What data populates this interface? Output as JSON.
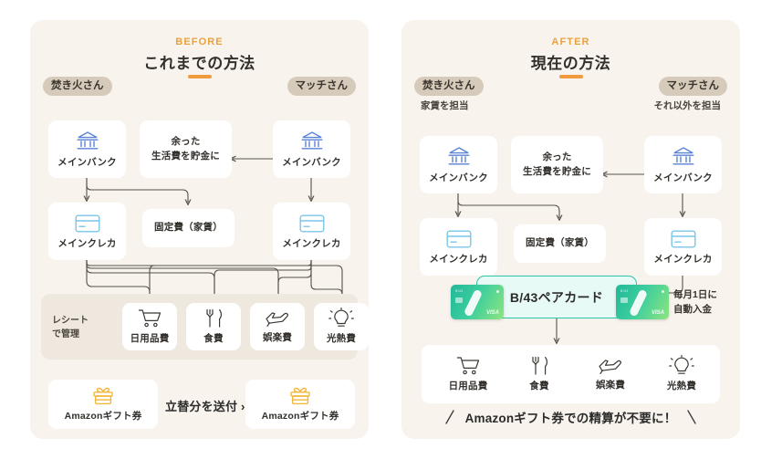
{
  "colors": {
    "panel_bg": "#f8f3ed",
    "subpanel_bg": "#efe8de",
    "card_bg": "#ffffff",
    "accent_orange": "#ef9a3c",
    "pill_bg": "#d6cbba",
    "bank_blue": "#5b82d6",
    "creditcard_blue": "#78c6e8",
    "gift_yellow": "#f2b83a",
    "teal": "#2fc4a8",
    "arrow_gray": "#55504a",
    "text_dark": "#33302c"
  },
  "before": {
    "eyebrow": "BEFORE",
    "title": "これまでの方法",
    "person_left": "焚き火さん",
    "person_right": "マッチさん",
    "nodes": {
      "bank_left": "メインバンク",
      "bank_right": "メインバンク",
      "savings": "余った\n生活費を貯金に",
      "savings_line1": "余った",
      "savings_line2": "生活費を貯金に",
      "card_left": "メインクレカ",
      "card_right": "メインクレカ",
      "fixed_cost": "固定費（家賃）"
    },
    "receipt_note_line1": "レシート",
    "receipt_note_line2": "で管理",
    "expenses": [
      {
        "label": "日用品費",
        "icon": "shopping-cart-icon"
      },
      {
        "label": "食費",
        "icon": "fork-knife-icon"
      },
      {
        "label": "娯楽費",
        "icon": "airplane-icon"
      },
      {
        "label": "光熱費",
        "icon": "lightbulb-icon"
      }
    ],
    "gift_left": "Amazonギフト券",
    "gift_right": "Amazonギフト券",
    "transfer_label": "立替分を送付 ›"
  },
  "after": {
    "eyebrow": "AFTER",
    "title": "現在の方法",
    "person_left": "焚き火さん",
    "person_right": "マッチさん",
    "person_left_sub": "家賃を担当",
    "person_right_sub": "それ以外を担当",
    "nodes": {
      "bank_left": "メインバンク",
      "bank_right": "メインバンク",
      "savings_line1": "余った",
      "savings_line2": "生活費を貯金に",
      "card_left": "メインクレカ",
      "card_right": "メインクレカ",
      "fixed_cost": "固定費（家賃）"
    },
    "pair_card_label": "B/43ペアカード",
    "auto_deposit_line1": "毎月1日に",
    "auto_deposit_line2": "自動入金",
    "expenses": [
      {
        "label": "日用品費",
        "icon": "shopping-cart-icon"
      },
      {
        "label": "食費",
        "icon": "fork-knife-icon"
      },
      {
        "label": "娯楽費",
        "icon": "airplane-icon"
      },
      {
        "label": "光熱費",
        "icon": "lightbulb-icon"
      }
    ],
    "banner_text": "Amazonギフト券での精算が不要に！"
  }
}
